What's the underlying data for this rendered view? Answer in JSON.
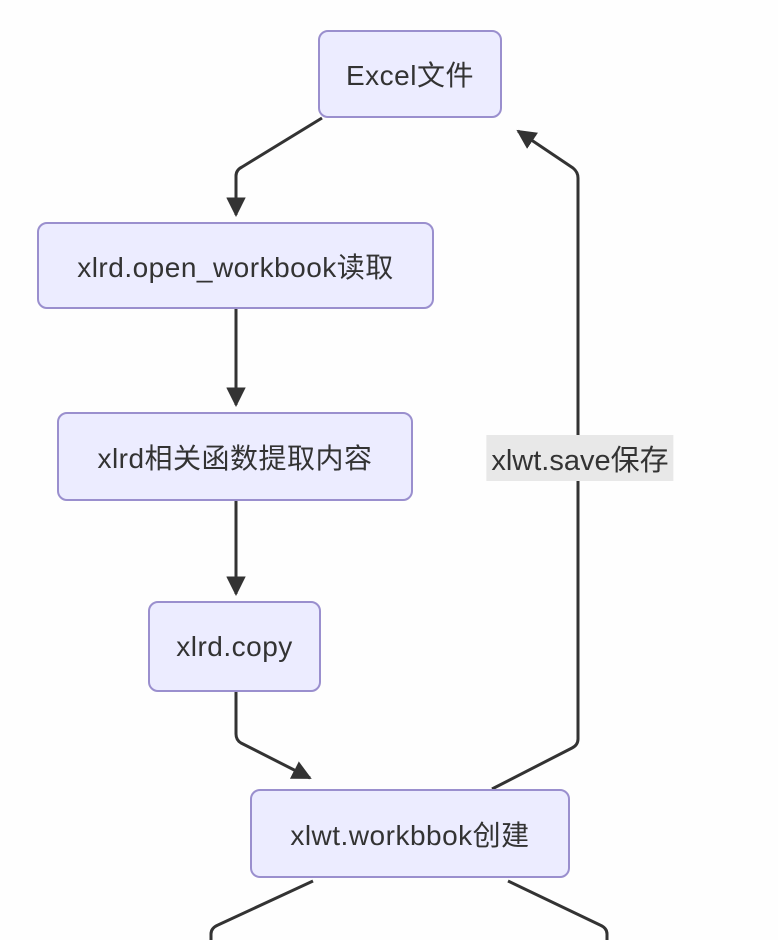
{
  "diagram": {
    "type": "flowchart",
    "direction": "top-down",
    "nodes": [
      {
        "id": "excel",
        "label": "Excel文件"
      },
      {
        "id": "open_workbook",
        "label": "xlrd.open_workbook读取"
      },
      {
        "id": "extract_content",
        "label": "xlrd相关函数提取内容"
      },
      {
        "id": "copy",
        "label": "xlrd.copy"
      },
      {
        "id": "workbook_create",
        "label": "xlwt.workbbok创建"
      }
    ],
    "edges": [
      {
        "from": "excel",
        "to": "open_workbook",
        "label": ""
      },
      {
        "from": "open_workbook",
        "to": "extract_content",
        "label": ""
      },
      {
        "from": "extract_content",
        "to": "copy",
        "label": ""
      },
      {
        "from": "copy",
        "to": "workbook_create",
        "label": ""
      },
      {
        "from": "workbook_create",
        "to": "excel",
        "label": "xlwt.save保存"
      }
    ],
    "colors": {
      "node_fill": "#ececff",
      "node_border": "#9a8fce",
      "edge": "#333333",
      "text": "#333333",
      "edge_label_bg": "#e8e8e8",
      "background": "#fefefe"
    }
  }
}
